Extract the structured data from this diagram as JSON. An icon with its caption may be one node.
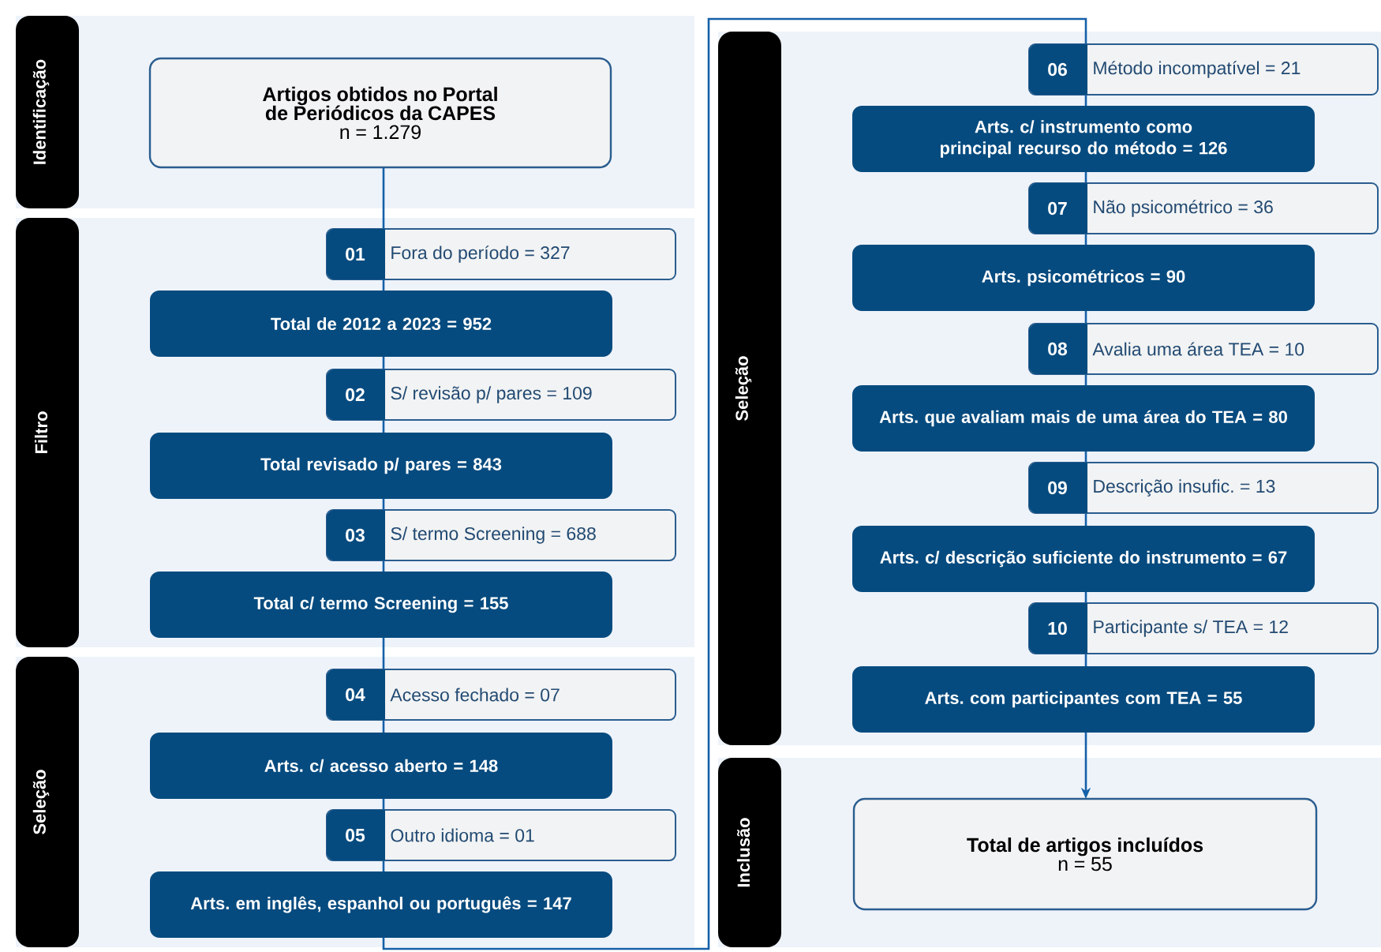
{
  "diagram": {
    "nodes": [
      {
        "text": [
          "Identificação"
        ]
      },
      {
        "text": [
          "Artigos obtidos no Portal de Periódicos da CAPES",
          "n = 1.279"
        ],
        "in": 0
      },
      {
        "text": [
          "Filtro"
        ]
      },
      {
        "text": [
          "01",
          "Fora do período = 327"
        ],
        "in": 2
      },
      {
        "text": [
          "Total de 2012 a 2023 = 952"
        ],
        "in": 2
      },
      {
        "text": [
          "02",
          "S/ revisão p/ pares = 109"
        ],
        "in": 2
      },
      {
        "text": [
          "Total revisado p/ pares = 843"
        ],
        "in": 2
      },
      {
        "text": [
          "03",
          "S/ termo Screening = 688"
        ],
        "in": 2
      },
      {
        "text": [
          "Total c/ termo Screening = 155"
        ],
        "in": 2
      },
      {
        "text": [
          "Seleção"
        ]
      },
      {
        "text": [
          "04",
          "Acesso fechado = 07"
        ],
        "in": 9
      },
      {
        "text": [
          "Arts. c/ acesso aberto = 148"
        ],
        "in": 9
      },
      {
        "text": [
          "05",
          "Outro idioma = 01"
        ],
        "in": 9
      },
      {
        "text": [
          "Arts. em inglês, espanhol ou português = 147"
        ],
        "in": 9
      },
      {
        "text": [
          "Seleção"
        ]
      },
      {
        "text": [
          "06",
          "Método incompatível = 21"
        ],
        "in": 14
      },
      {
        "text": [
          "Arts. c/ instrumento como principal recurso do método = 126"
        ],
        "in": 14
      },
      {
        "text": [
          "07",
          "Não psicométrico = 36"
        ],
        "in": 14
      },
      {
        "text": [
          "Arts. psicométricos = 90"
        ],
        "in": 14
      },
      {
        "text": [
          "08",
          "Avalia uma área TEA = 10"
        ],
        "in": 14
      },
      {
        "text": [
          "Arts. que avaliam mais de uma área do TEA = 80"
        ],
        "in": 14
      },
      {
        "text": [
          "09",
          "Descrição insufic. = 13"
        ],
        "in": 14
      },
      {
        "text": [
          "Arts. c/ descrição suficiente do instrumento = 67"
        ],
        "in": 14
      },
      {
        "text": [
          "10",
          "Participante s/ TEA = 12"
        ],
        "in": 14
      },
      {
        "text": [
          "Arts. com participantes com TEA = 55"
        ],
        "in": 14
      },
      {
        "text": [
          "Inclusão"
        ]
      },
      {
        "text": [
          "Total de artigos incluídos",
          "n = 55"
        ],
        "in": 25
      }
    ],
    "edges": [
      {
        "from": 1,
        "to": 3,
        "arrow": "none"
      },
      {
        "from": 3,
        "to": 4,
        "arrow": "none"
      },
      {
        "from": 4,
        "to": 5,
        "arrow": "none"
      },
      {
        "from": 5,
        "to": 6,
        "arrow": "none"
      },
      {
        "from": 6,
        "to": 7,
        "arrow": "none"
      },
      {
        "from": 7,
        "to": 8,
        "arrow": "none"
      },
      {
        "from": 8,
        "to": 10,
        "arrow": "none"
      },
      {
        "from": 10,
        "to": 11,
        "arrow": "none"
      },
      {
        "from": 11,
        "to": 12,
        "arrow": "none"
      },
      {
        "from": 12,
        "to": 13,
        "arrow": "none"
      },
      {
        "from": 13,
        "to": 15,
        "arrow": "none"
      },
      {
        "from": 15,
        "to": 16,
        "arrow": "none"
      },
      {
        "from": 16,
        "to": 17,
        "arrow": "none"
      },
      {
        "from": 17,
        "to": 18,
        "arrow": "none"
      },
      {
        "from": 18,
        "to": 19,
        "arrow": "none"
      },
      {
        "from": 19,
        "to": 20,
        "arrow": "none"
      },
      {
        "from": 20,
        "to": 21,
        "arrow": "none"
      },
      {
        "from": 21,
        "to": 22,
        "arrow": "none"
      },
      {
        "from": 22,
        "to": 23,
        "arrow": "none"
      },
      {
        "from": 23,
        "to": 24,
        "arrow": "none"
      },
      {
        "from": 24,
        "to": 26,
        "arrow": "to"
      }
    ]
  }
}
